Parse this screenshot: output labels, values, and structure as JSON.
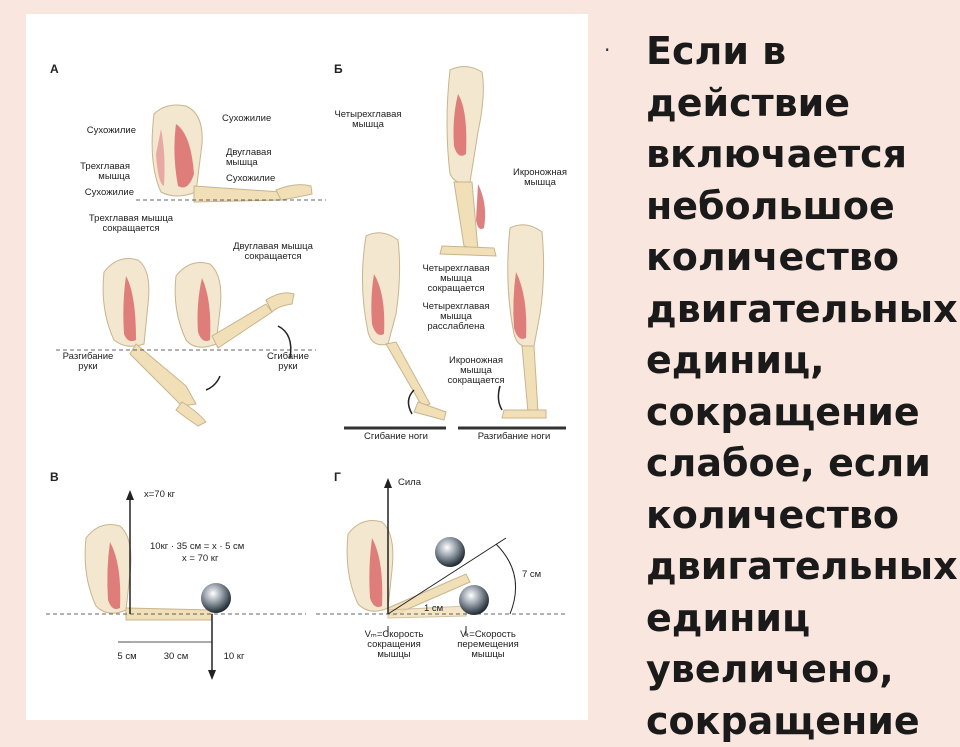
{
  "figure": {
    "panels": {
      "a": "А",
      "b": "Б",
      "v": "В",
      "g": "Г"
    },
    "panel_a": {
      "tendon_left": "Сухожилие",
      "tendon_right_top": "Сухожилие",
      "biceps": "Двуглавая\nмышца",
      "triceps": "Трехглавая\nмышца",
      "tendon_right_bottom": "Сухожилие",
      "tendon_left_bottom": "Сухожилие",
      "triceps_contracts": "Трехглавая мышца\nсокращается",
      "biceps_contracts": "Двуглавая мышца\nсокращается",
      "arm_extension": "Разгибание\nруки",
      "arm_flexion": "Сгибание\nруки"
    },
    "panel_b": {
      "quadriceps": "Четырехглавая\nмышца",
      "gastrocnemius": "Икроножная\nмышца",
      "quadriceps_contracts": "Четырехглавая\nмышца\nсокращается",
      "quadriceps_relaxed": "Четырехглавая\nмышца\nрасслаблена",
      "gastrocnemius_contracts": "Икроножная\nмышца\nсокращается",
      "leg_flexion": "Сгибание ноги",
      "leg_extension": "Разгибание ноги"
    },
    "panel_v": {
      "force_top": "x=70 кг",
      "equation": "10кг · 35 см = x · 5 см",
      "solution": "x = 70 кг",
      "dist_5": "5 см",
      "dist_30": "30 см",
      "weight": "10 кг"
    },
    "panel_g": {
      "force": "Сила",
      "dist_7": "7 см",
      "dist_1": "1 см",
      "vm": "Vₘ=Скорость\nсокращения\nмышцы",
      "vt": "Vₜ=Скорость\nперемещения\nмышцы"
    }
  },
  "slide": {
    "bullet": "·",
    "text": "Если в\nдействие\nвключается\nнебольшое\nколичество\nдвигательных\nединиц,\nсокращение\nслабое, если\nколичество\nдвигательных\nединиц\nувеличено,\nсокращение"
  },
  "colors": {
    "background": "#f9e6de",
    "muscle": "#d96a6a",
    "bone": "#f1dfb8",
    "skin": "#f3e7cf"
  }
}
